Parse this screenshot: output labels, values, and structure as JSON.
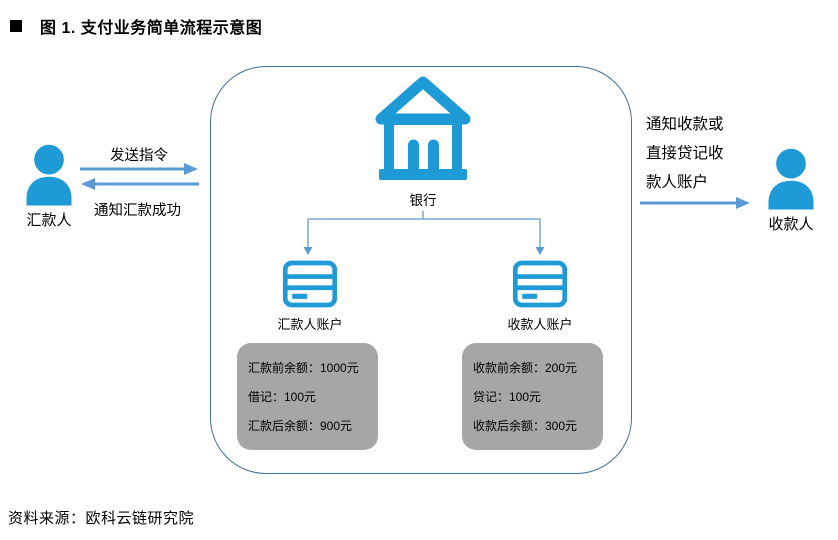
{
  "figure": {
    "title": "图 1. 支付业务简单流程示意图",
    "source": "资料来源：欧科云链研究院"
  },
  "colors": {
    "icon_blue": "#1E9AD6",
    "arrow_blue": "#5B9BD5",
    "container_border": "#41719C",
    "detail_box_gray": "#A6A6A6",
    "title_bullet": "#000000"
  },
  "actors": {
    "sender": {
      "label": "汇款人",
      "icon": "person-icon"
    },
    "receiver": {
      "label": "收款人",
      "icon": "person-icon"
    }
  },
  "flows": {
    "send_instruction": "发送指令",
    "notify_success": "通知汇款成功",
    "receive_lines": [
      "通知收款或",
      "直接贷记收",
      "款人账户"
    ]
  },
  "bank": {
    "label": "银行",
    "icon": "bank-icon"
  },
  "accounts": [
    {
      "label": "汇款人账户",
      "icon": "credit-card-icon",
      "details": [
        "汇款前余额：1000元",
        "借记：100元",
        "汇款后余额：900元"
      ]
    },
    {
      "label": "收款人账户",
      "icon": "credit-card-icon",
      "details": [
        "收款前余额：200元",
        "贷记：100元",
        "收款后余额：300元"
      ]
    }
  ]
}
